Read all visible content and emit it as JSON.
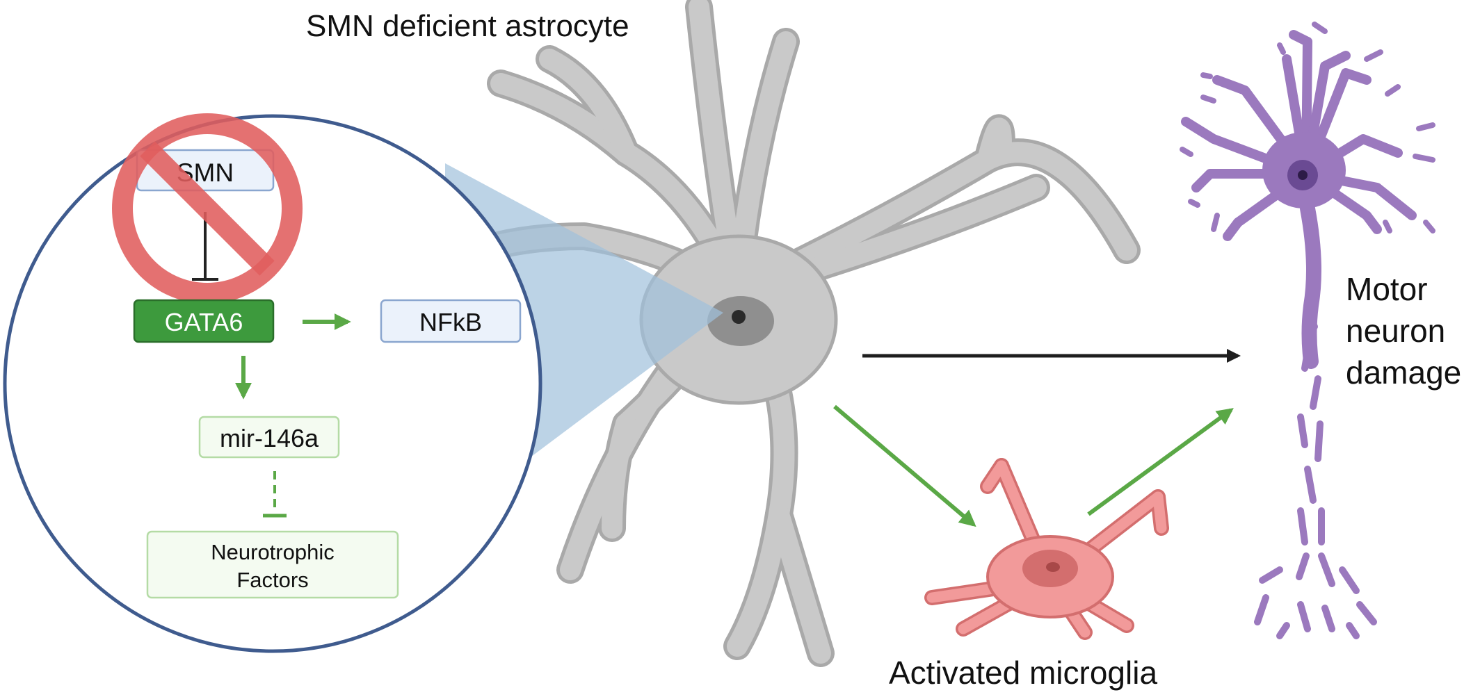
{
  "title": "SMN deficient astrocyte",
  "labels": {
    "motor_neuron": [
      "Motor",
      "neuron",
      "damage"
    ],
    "microglia": "Activated microglia"
  },
  "inset": {
    "smn": "SMN",
    "gata6": "GATA6",
    "nfkb": "NFkB",
    "mir": "mir-146a",
    "neurotrophic": [
      "Neurotrophic",
      "Factors"
    ]
  },
  "colors": {
    "astrocyte": "#c9c9c9",
    "astrocyte_stroke": "#a9a9a9",
    "astrocyte_nucleus": "#8f8f8f",
    "neuron": "#9b79be",
    "neuron_dark": "#6a4a93",
    "microglia": "#f29a9a",
    "microglia_dark": "#d36e6e",
    "circle_border": "#3f5b8e",
    "zoom_wedge": "#9fc0dc",
    "inhibit_sign": "#e05d5d",
    "green_arrow": "#5aa846",
    "gata6_fill": "#3d9a3d",
    "gata6_stroke": "#2a6e2a",
    "blue_box_fill": "#ebf2fb",
    "blue_box_stroke": "#8aa6cf",
    "green_box_fill": "#f4fbf1",
    "green_box_stroke": "#b4dba5",
    "black_arrow": "#1e1e1e"
  }
}
